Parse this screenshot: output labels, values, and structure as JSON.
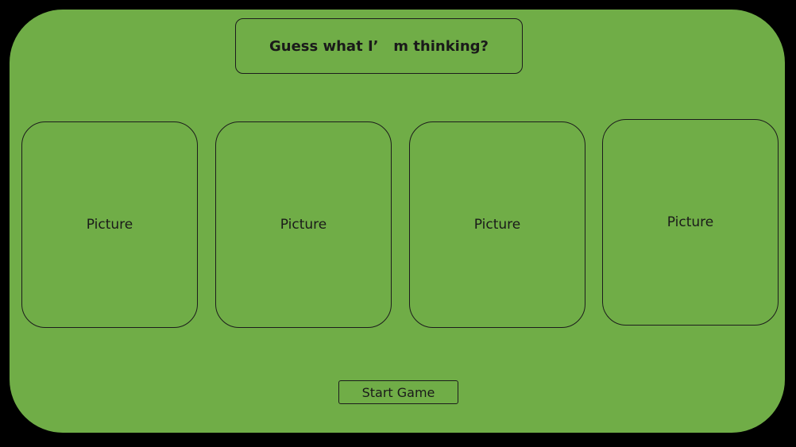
{
  "title": "Guess what I’   m thinking?",
  "cards": [
    {
      "label": "Picture"
    },
    {
      "label": "Picture"
    },
    {
      "label": "Picture"
    },
    {
      "label": "Picture"
    }
  ],
  "start_button": {
    "label": "Start Game"
  },
  "colors": {
    "background": "#000000",
    "board": "#70ad47",
    "border": "#1c1c1c",
    "text": "#1a1a1a"
  }
}
